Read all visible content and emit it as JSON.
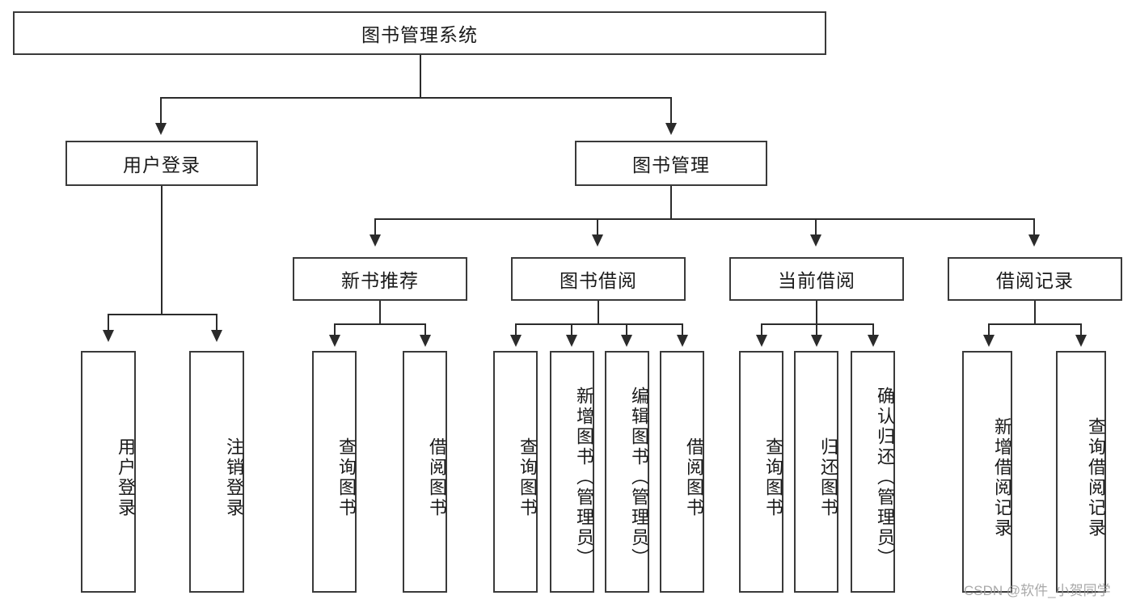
{
  "diagram": {
    "title_node": {
      "label": "图书管理系统"
    },
    "level2": [
      {
        "id": "user-login",
        "label": "用户登录"
      },
      {
        "id": "book-management",
        "label": "图书管理"
      }
    ],
    "level3": [
      {
        "id": "new-book-recommend",
        "label": "新书推荐"
      },
      {
        "id": "book-borrow",
        "label": "图书借阅"
      },
      {
        "id": "current-borrow",
        "label": "当前借阅"
      },
      {
        "id": "borrow-record",
        "label": "借阅记录"
      }
    ],
    "leaves": [
      {
        "id": "leaf-user-login",
        "label": "用户登录"
      },
      {
        "id": "leaf-logout",
        "label": "注销登录"
      },
      {
        "id": "leaf-query-book-1",
        "label": "查询图书"
      },
      {
        "id": "leaf-borrow-book-1",
        "label": "借阅图书"
      },
      {
        "id": "leaf-query-book-2",
        "label": "查询图书"
      },
      {
        "id": "leaf-add-book",
        "label": "新增图书（管理员）"
      },
      {
        "id": "leaf-edit-book",
        "label": "编辑图书（管理员）"
      },
      {
        "id": "leaf-borrow-book-2",
        "label": "借阅图书"
      },
      {
        "id": "leaf-query-book-3",
        "label": "查询图书"
      },
      {
        "id": "leaf-return-book",
        "label": "归还图书"
      },
      {
        "id": "leaf-confirm-return",
        "label": "确认归还（管理员）"
      },
      {
        "id": "leaf-add-record",
        "label": "新增借阅记录"
      },
      {
        "id": "leaf-query-record",
        "label": "查询借阅记录"
      }
    ]
  },
  "watermark": {
    "text": "CSDN @软件_小贺同学"
  },
  "colors": {
    "box_border": "#3a3a3a",
    "line": "#2b2b2b",
    "background": "#ffffff",
    "text": "#1a1a1a",
    "watermark": "#9b9b9b"
  }
}
